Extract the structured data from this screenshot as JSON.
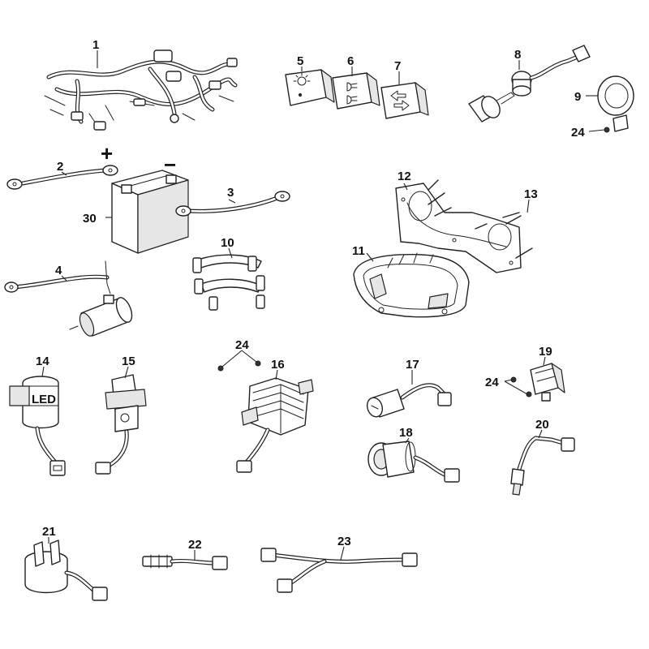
{
  "callouts": {
    "p1": "1",
    "p2": "2",
    "p3": "3",
    "p4": "4",
    "p5": "5",
    "p6": "6",
    "p7": "7",
    "p8": "8",
    "p9": "9",
    "p10": "10",
    "p11": "11",
    "p12": "12",
    "p13": "13",
    "p14": "14",
    "p15": "15",
    "p16": "16",
    "p17": "17",
    "p18": "18",
    "p19": "19",
    "p20": "20",
    "p21": "21",
    "p22": "22",
    "p23": "23",
    "p24a": "24",
    "p24b": "24",
    "p24c": "24",
    "p30": "30"
  },
  "symbols": {
    "plus": "+",
    "minus": "−"
  },
  "labels": {
    "led": "LED"
  }
}
